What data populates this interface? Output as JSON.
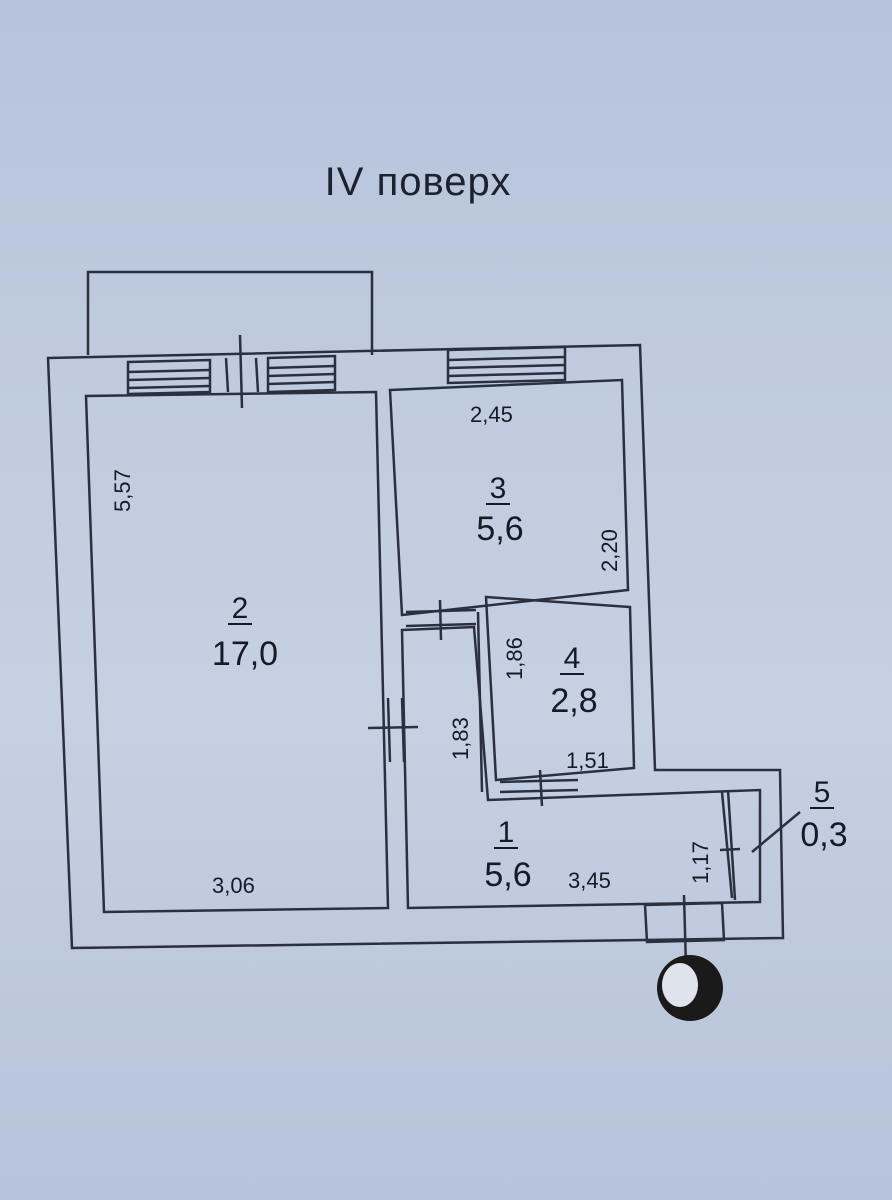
{
  "title": "IV поверх",
  "rooms": [
    {
      "number": "2",
      "area": "17,0"
    },
    {
      "number": "3",
      "area": "5,6"
    },
    {
      "number": "4",
      "area": "2,8"
    },
    {
      "number": "1",
      "area": "5,6"
    },
    {
      "number": "5",
      "area": "0,3"
    }
  ],
  "dimensions": {
    "room2_side": "5,57",
    "room2_bottom": "3,06",
    "room3_top": "2,45",
    "room3_side": "2,20",
    "room4_side": "1,86",
    "room4_bottom": "1,51",
    "corridor_side": "1,83",
    "room1_bottom": "3,45",
    "room5_side": "1,17"
  },
  "colors": {
    "line": "#2a3040",
    "paper": "#c1cce0"
  }
}
